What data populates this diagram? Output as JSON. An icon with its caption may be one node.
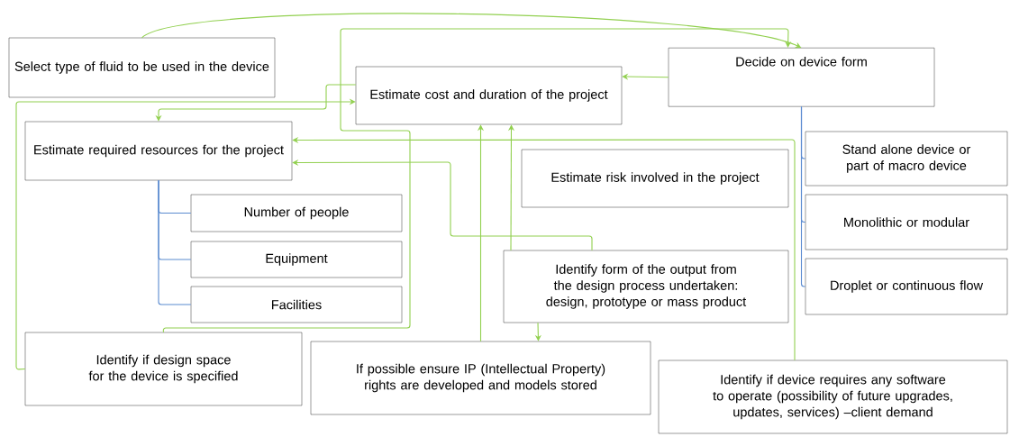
{
  "diagram": {
    "nodes": [
      {
        "text": [
          "Select  type of fluid to be used in the device"
        ]
      },
      {
        "text": [
          "Estimate cost and duration of the project"
        ]
      },
      {
        "text": [
          "Decide on device form"
        ]
      },
      {
        "text": [
          "Estimate required resources for the project"
        ]
      },
      {
        "text": [
          "Estimate risk involved in the project"
        ]
      },
      {
        "text": [
          "Number of people"
        ]
      },
      {
        "text": [
          "Equipment"
        ]
      },
      {
        "text": [
          "Facilities"
        ]
      },
      {
        "text": [
          "Stand alone device or part of macro device"
        ]
      },
      {
        "text": [
          "Monolithic or modular"
        ]
      },
      {
        "text": [
          "Identify form of the output from the design process undertaken: design, prototype or mass product"
        ]
      },
      {
        "text": [
          "Droplet or continuous flow"
        ]
      },
      {
        "text": [
          "Identify if design space for the device is specified"
        ]
      },
      {
        "text": [
          "If possible ensure IP (Intellectual Property) rights are developed and models stored"
        ]
      },
      {
        "text": [
          "Identify if device requires any software to operate (possibility of future upgrades, updates, services) –client demand"
        ]
      }
    ],
    "edges": [
      {
        "from": 0,
        "to": 2,
        "arrow": "to"
      },
      {
        "from": 12,
        "to": 1,
        "arrow": "to"
      },
      {
        "from": 12,
        "to": 2,
        "arrow": "to"
      },
      {
        "from": 2,
        "to": 1,
        "arrow": "to"
      },
      {
        "from": 1,
        "to": 3,
        "arrow": "to"
      },
      {
        "from": 10,
        "to": 3,
        "arrow": "to"
      },
      {
        "from": 14,
        "to": 3,
        "arrow": "to"
      },
      {
        "from": 13,
        "to": 1,
        "arrow": "to"
      },
      {
        "from": 10,
        "to": 1,
        "arrow": "to"
      },
      {
        "from": 10,
        "to": 13,
        "arrow": "to"
      },
      {
        "from": 3,
        "to": 5,
        "arrow": "none",
        "color": "#5b8bd0"
      },
      {
        "from": 3,
        "to": 6,
        "arrow": "none",
        "color": "#5b8bd0"
      },
      {
        "from": 3,
        "to": 7,
        "arrow": "none",
        "color": "#5b8bd0"
      },
      {
        "from": 2,
        "to": 8,
        "arrow": "none",
        "color": "#5b8bd0"
      },
      {
        "from": 2,
        "to": 9,
        "arrow": "none",
        "color": "#5b8bd0"
      },
      {
        "from": 2,
        "to": 11,
        "arrow": "none",
        "color": "#5b8bd0"
      }
    ]
  }
}
